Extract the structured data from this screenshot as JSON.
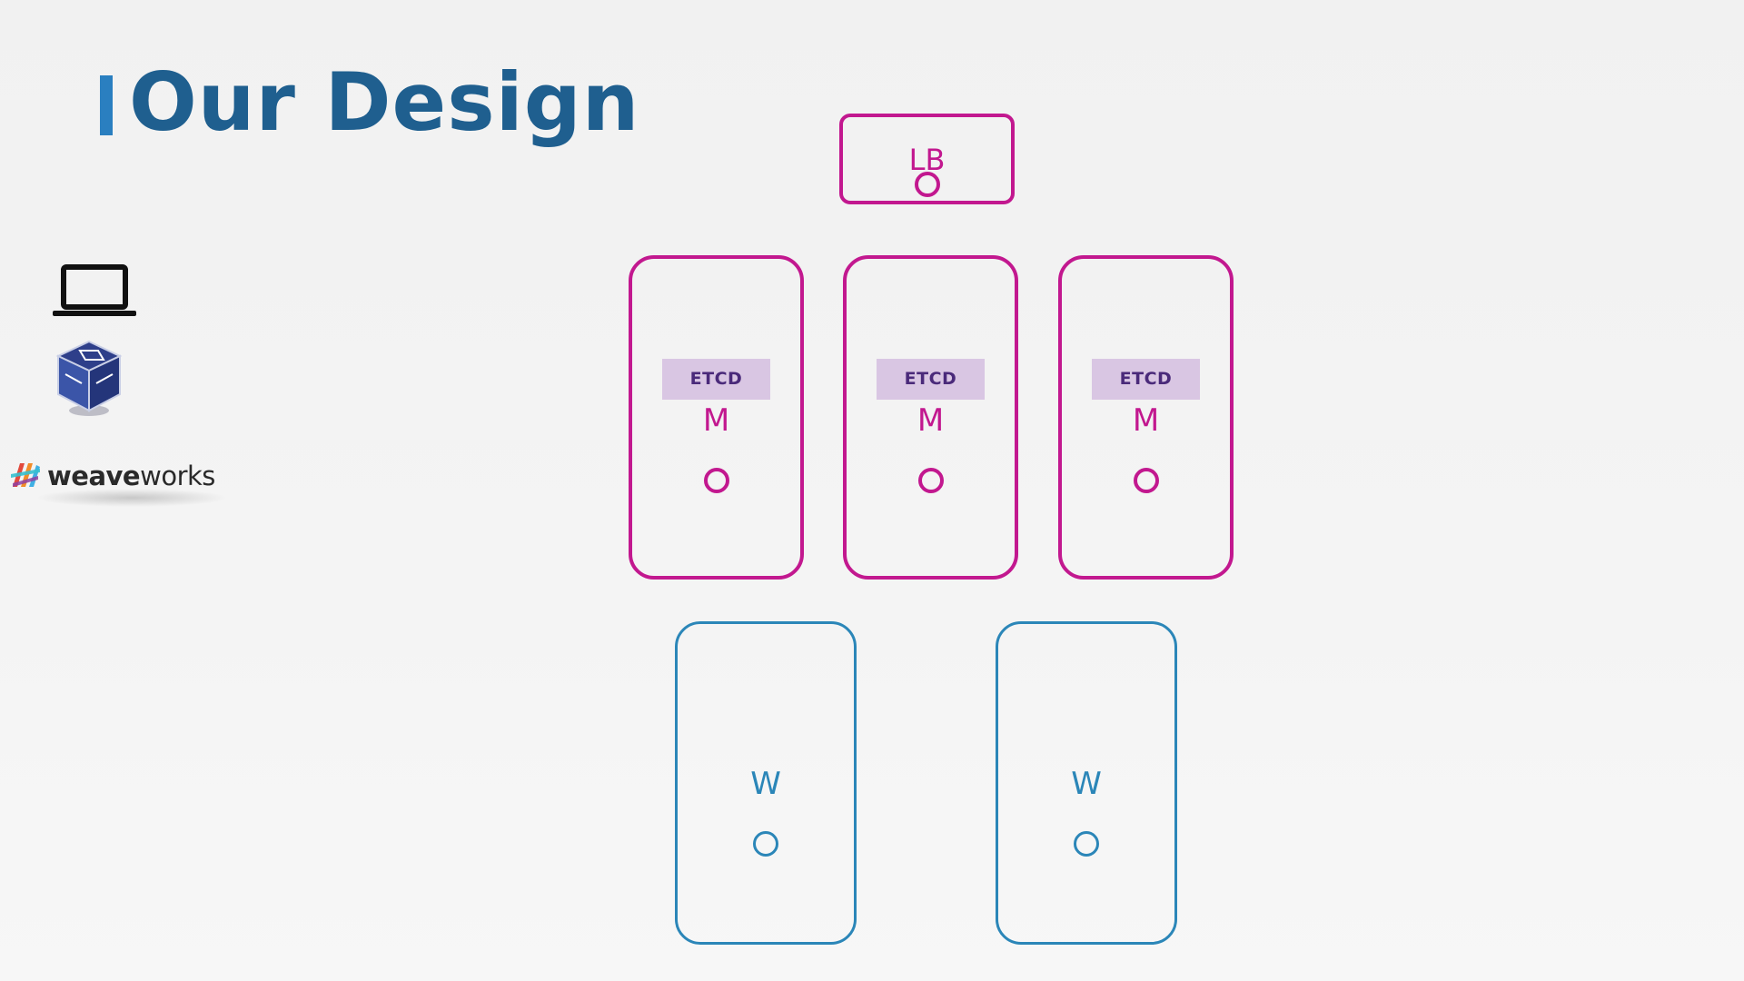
{
  "title": "Our Design",
  "sidebar_logos": {
    "laptop_icon": "laptop-icon",
    "virtualbox_icon": "virtualbox-icon",
    "weaveworks_bold": "weave",
    "weaveworks_regular": "works"
  },
  "load_balancer": {
    "label": "LB",
    "color": "#c2188f"
  },
  "masters": [
    {
      "etcd_label": "ETCD",
      "label": "M"
    },
    {
      "etcd_label": "ETCD",
      "label": "M"
    },
    {
      "etcd_label": "ETCD",
      "label": "M"
    }
  ],
  "workers": [
    {
      "label": "W"
    },
    {
      "label": "W"
    }
  ],
  "colors": {
    "title": "#1f5f8f",
    "title_bar": "#2a7fc0",
    "master": "#c2188f",
    "worker": "#2b86b8",
    "etcd_fill": "#d9c6e3",
    "etcd_text": "#4a2a7a"
  }
}
